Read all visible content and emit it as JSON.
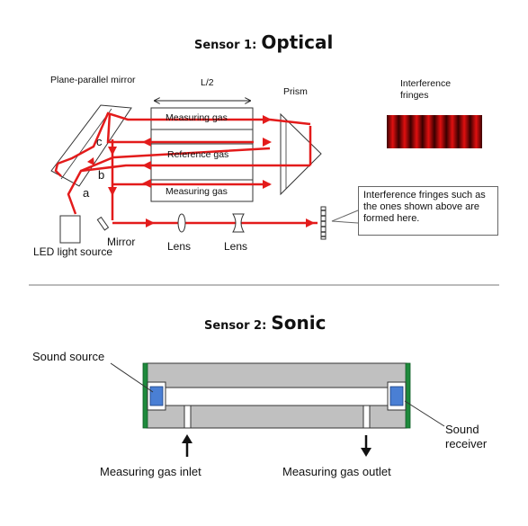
{
  "sensor1": {
    "prefix": "Sensor 1:",
    "name": "Optical",
    "labels": {
      "mirror_pp": "Plane-parallel mirror",
      "half_length": "L/2",
      "prism": "Prism",
      "fringes": "Interference fringes",
      "measuring_gas_top": "Measuring gas",
      "reference_gas": "Reference gas",
      "measuring_gas_bottom": "Measuring gas",
      "beam_a": "a",
      "beam_b": "b",
      "beam_c": "c",
      "mirror": "Mirror",
      "lens_1": "Lens",
      "lens_2": "Lens",
      "led": "LED light source"
    },
    "callout": "Interference fringes such as the ones shown above are formed here."
  },
  "sensor2": {
    "prefix": "Sensor 2:",
    "name": "Sonic",
    "labels": {
      "sound_source": "Sound source",
      "sound_receiver": "Sound receiver",
      "inlet": "Measuring gas inlet",
      "outlet": "Measuring gas outlet"
    }
  },
  "colors": {
    "beam": "#e31b1b",
    "chamber": "#c0c0c0",
    "transducer": "#4a7fd4",
    "end_plate": "#1e8a3c"
  }
}
